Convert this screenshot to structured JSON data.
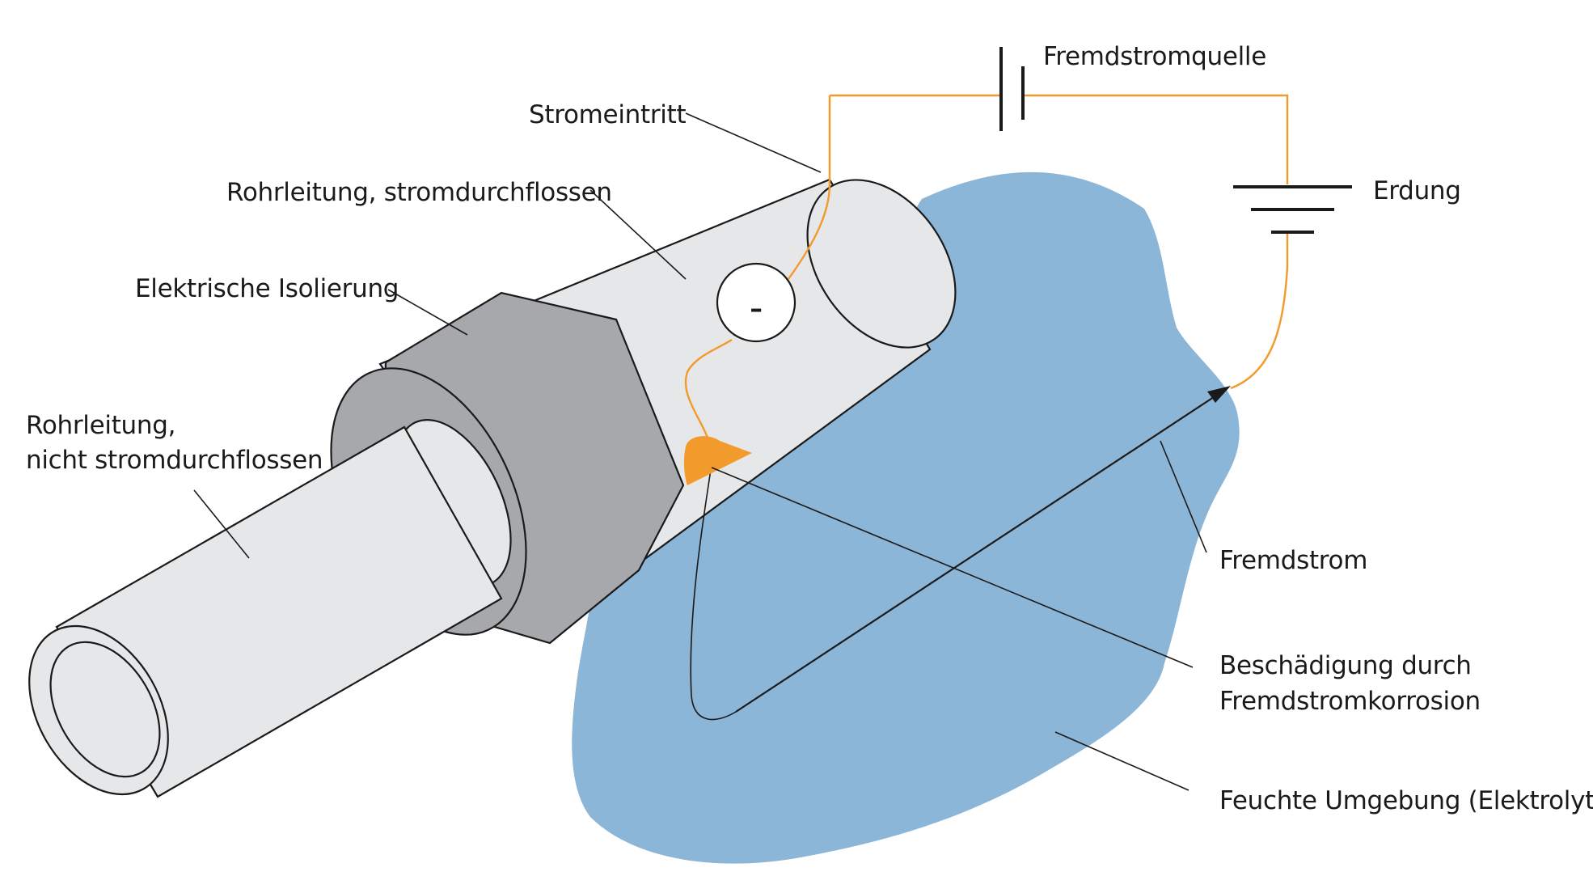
{
  "colors": {
    "electrolyte": "#8cb6d8",
    "pipe_light": "#e6e7e9",
    "pipe_dark": "#a7a8ab",
    "wire": "#f39a2c",
    "damage": "#f39a2c",
    "outline": "#1a1a1a"
  },
  "labels": {
    "source": "Fremdstromquelle",
    "entry": "Stromeintritt",
    "pipe_current": "Rohrleitung, stromdurchflossen",
    "insulation": "Elektrische Isolierung",
    "pipe_nocurrent_1": "Rohrleitung,",
    "pipe_nocurrent_2": "nicht stromdurchflossen",
    "ground": "Erdung",
    "stray": "Fremdstrom",
    "damage_1": "Beschädigung durch",
    "damage_2": "Fremdstromkorrosion",
    "electrolyte": "Feuchte Umgebung (Elektrolyt)",
    "minus_sign": "–"
  },
  "icons": {
    "battery": "battery-icon",
    "ground": "ground-icon",
    "minus": "minus-icon",
    "arrow": "arrow-head-icon"
  }
}
